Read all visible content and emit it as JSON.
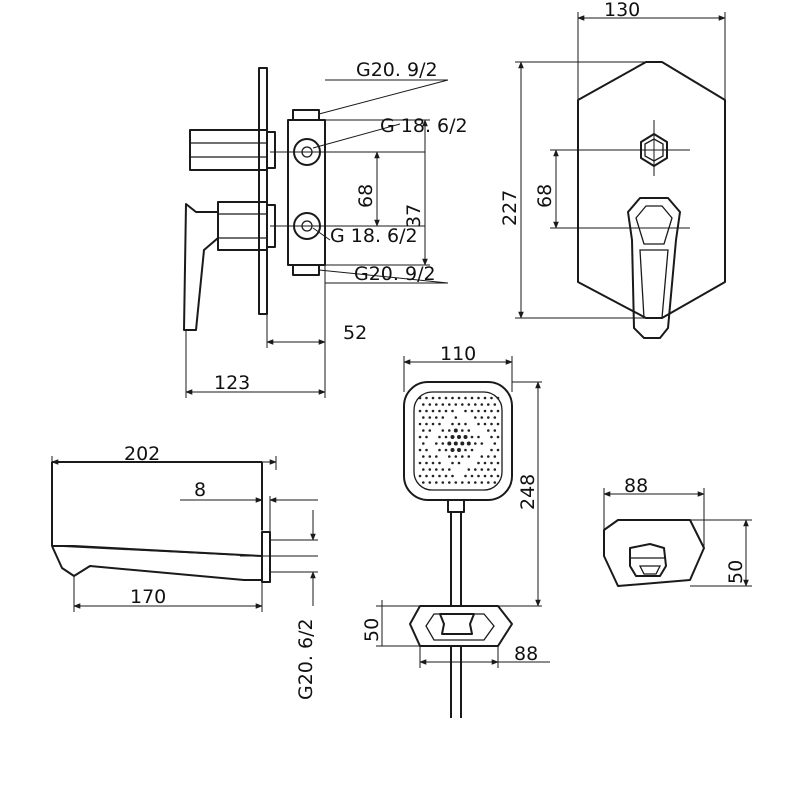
{
  "labels": {
    "valve_thread_top": "G20. 9/2",
    "valve_port_upper": "G 18. 6/2",
    "valve_port_lower": "G 18. 6/2",
    "valve_thread_bottom": "G20. 9/2",
    "valve_center_distance": "68",
    "valve_height": "37",
    "valve_depth": "52",
    "valve_total_depth": "123",
    "plate_width": "130",
    "plate_height": "227",
    "plate_center_distance": "68",
    "spout_length": "202",
    "spout_flange": "8",
    "spout_reach": "170",
    "spout_thread": "G20. 6/2",
    "shower_width": "110",
    "shower_length": "248",
    "holder_height": "50",
    "holder_width": "88",
    "diverter_width": "88",
    "diverter_height": "50"
  }
}
